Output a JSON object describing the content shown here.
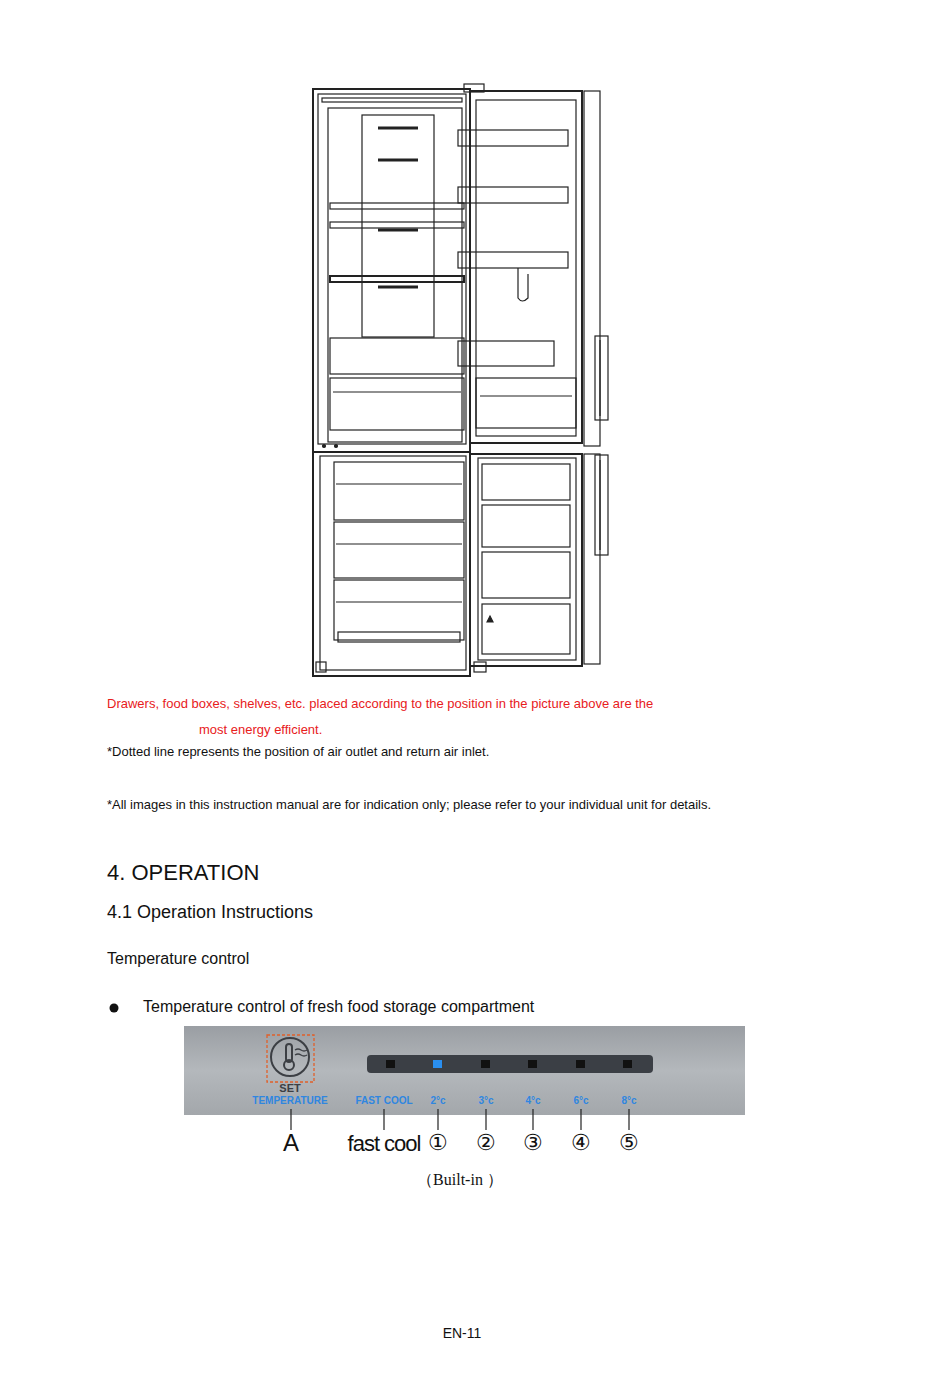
{
  "diagram": {
    "nodes": [
      {
        "text": [
          "SET",
          "TEMPERATURE",
          "FAST COOL",
          "2°c",
          "3°c",
          "4°c",
          "6°c",
          "8°c"
        ]
      }
    ],
    "labels": [
      "Drawers, food boxes, shelves, etc. placed according to the position in the picture above are the most energy efficient.",
      "*Dotted line represents the position of air outlet and return air inlet.",
      "*All images in this instruction manual are for indication only; please refer to your individual unit for details.",
      "4. OPERATION",
      "4.1 Operation Instructions",
      "Temperature control",
      "Temperature control of fresh food storage compartment",
      "A",
      "fast cool",
      "①",
      "②",
      "③",
      "④",
      "⑤",
      "（Built-in ）",
      "EN-11"
    ]
  }
}
